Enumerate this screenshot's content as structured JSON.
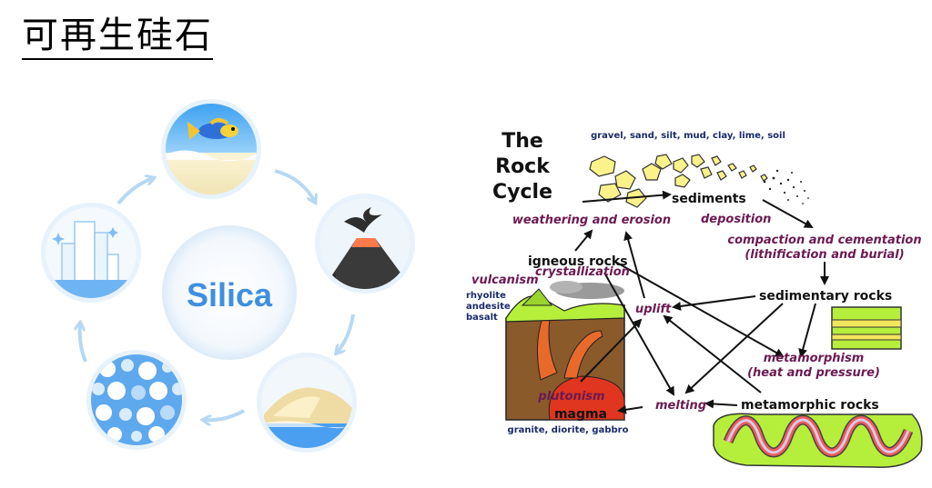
{
  "page": {
    "title": "可再生硅石"
  },
  "silica_cycle": {
    "center_label": "Silica",
    "colors": {
      "accent": "#3f8fe0",
      "ring": "#bfdcf5",
      "arrow": "#b6d8f3"
    },
    "stages": [
      {
        "icon": "fish-ocean-icon"
      },
      {
        "icon": "volcano-icon"
      },
      {
        "icon": "sand-dune-icon"
      },
      {
        "icon": "silica-grains-icon"
      },
      {
        "icon": "city-buildings-icon"
      }
    ]
  },
  "rock_cycle": {
    "title_lines": [
      "The",
      "Rock",
      "Cycle"
    ],
    "sediment_types": "gravel, sand, silt, mud, clay, lime, soil",
    "rocks": {
      "sediments": "sediments",
      "igneous": "igneous rocks",
      "sedimentary": "sedimentary rocks",
      "metamorphic": "metamorphic rocks",
      "magma": "magma"
    },
    "processes": {
      "weathering": "weathering and erosion",
      "deposition": "deposition",
      "compaction_1": "compaction and cementation",
      "compaction_2": "(lithification and burial)",
      "vulcanism": "vulcanism",
      "crystallization": "crystallization",
      "uplift": "uplift",
      "metamorphism_1": "metamorphism",
      "metamorphism_2": "(heat and pressure)",
      "melting": "melting",
      "plutonism": "plutonism"
    },
    "extrusive_examples": [
      "rhyolite",
      "andesite",
      "basalt"
    ],
    "intrusive_examples": "granite, diorite, gabbro"
  }
}
